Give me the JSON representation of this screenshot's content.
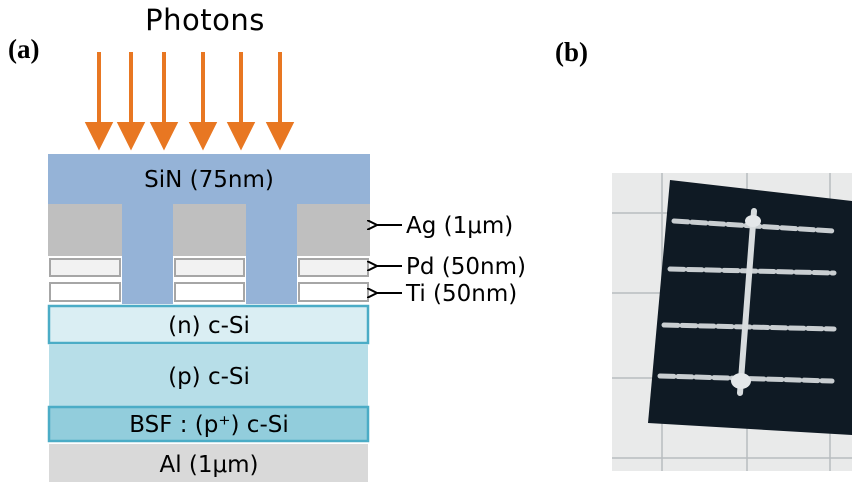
{
  "panels": {
    "a": "(a)",
    "b": "(b)"
  },
  "photons_label": "Photons",
  "layers": {
    "sin": "SiN (75nm)",
    "n_si": "(n) c-Si",
    "p_si": "(p) c-Si",
    "bsf": "BSF : (p⁺) c-Si",
    "al": "Al (1μm)"
  },
  "callouts": {
    "ag": "Ag (1μm)",
    "pd": "Pd (50nm)",
    "ti": "Ti (50nm)"
  },
  "colors": {
    "photon_arrow": "#e87722",
    "sin": "#95b3d7",
    "ag": "#bfbfbf",
    "n_si": "#daeef3",
    "p_si": "#b7dee8",
    "bsf": "#92cddc",
    "al": "#d9d9d9",
    "border_teal": "#4bacc6"
  }
}
